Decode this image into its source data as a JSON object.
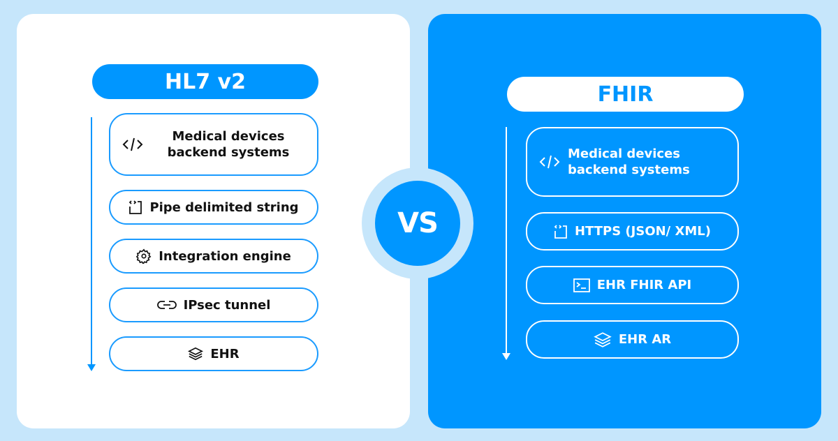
{
  "left": {
    "title": "HL7 v2",
    "items": [
      {
        "icon": "code-icon",
        "label": "Medical devices backend systems"
      },
      {
        "icon": "code-file-icon",
        "label": "Pipe delimited string"
      },
      {
        "icon": "gear-icon",
        "label": "Integration engine"
      },
      {
        "icon": "link-icon",
        "label": "IPsec tunnel"
      },
      {
        "icon": "layers-icon",
        "label": "EHR"
      }
    ]
  },
  "vs": "VS",
  "right": {
    "title": "FHIR",
    "items": [
      {
        "icon": "code-icon",
        "label": "Medical devices backend systems"
      },
      {
        "icon": "code-file-icon",
        "label": "HTTPS (JSON/ XML)"
      },
      {
        "icon": "terminal-icon",
        "label": "EHR FHIR API"
      },
      {
        "icon": "layers-icon",
        "label": "EHR AR"
      }
    ]
  },
  "colors": {
    "accent": "#0096ff",
    "background": "#c6e6fb",
    "panel": "#ffffff"
  }
}
